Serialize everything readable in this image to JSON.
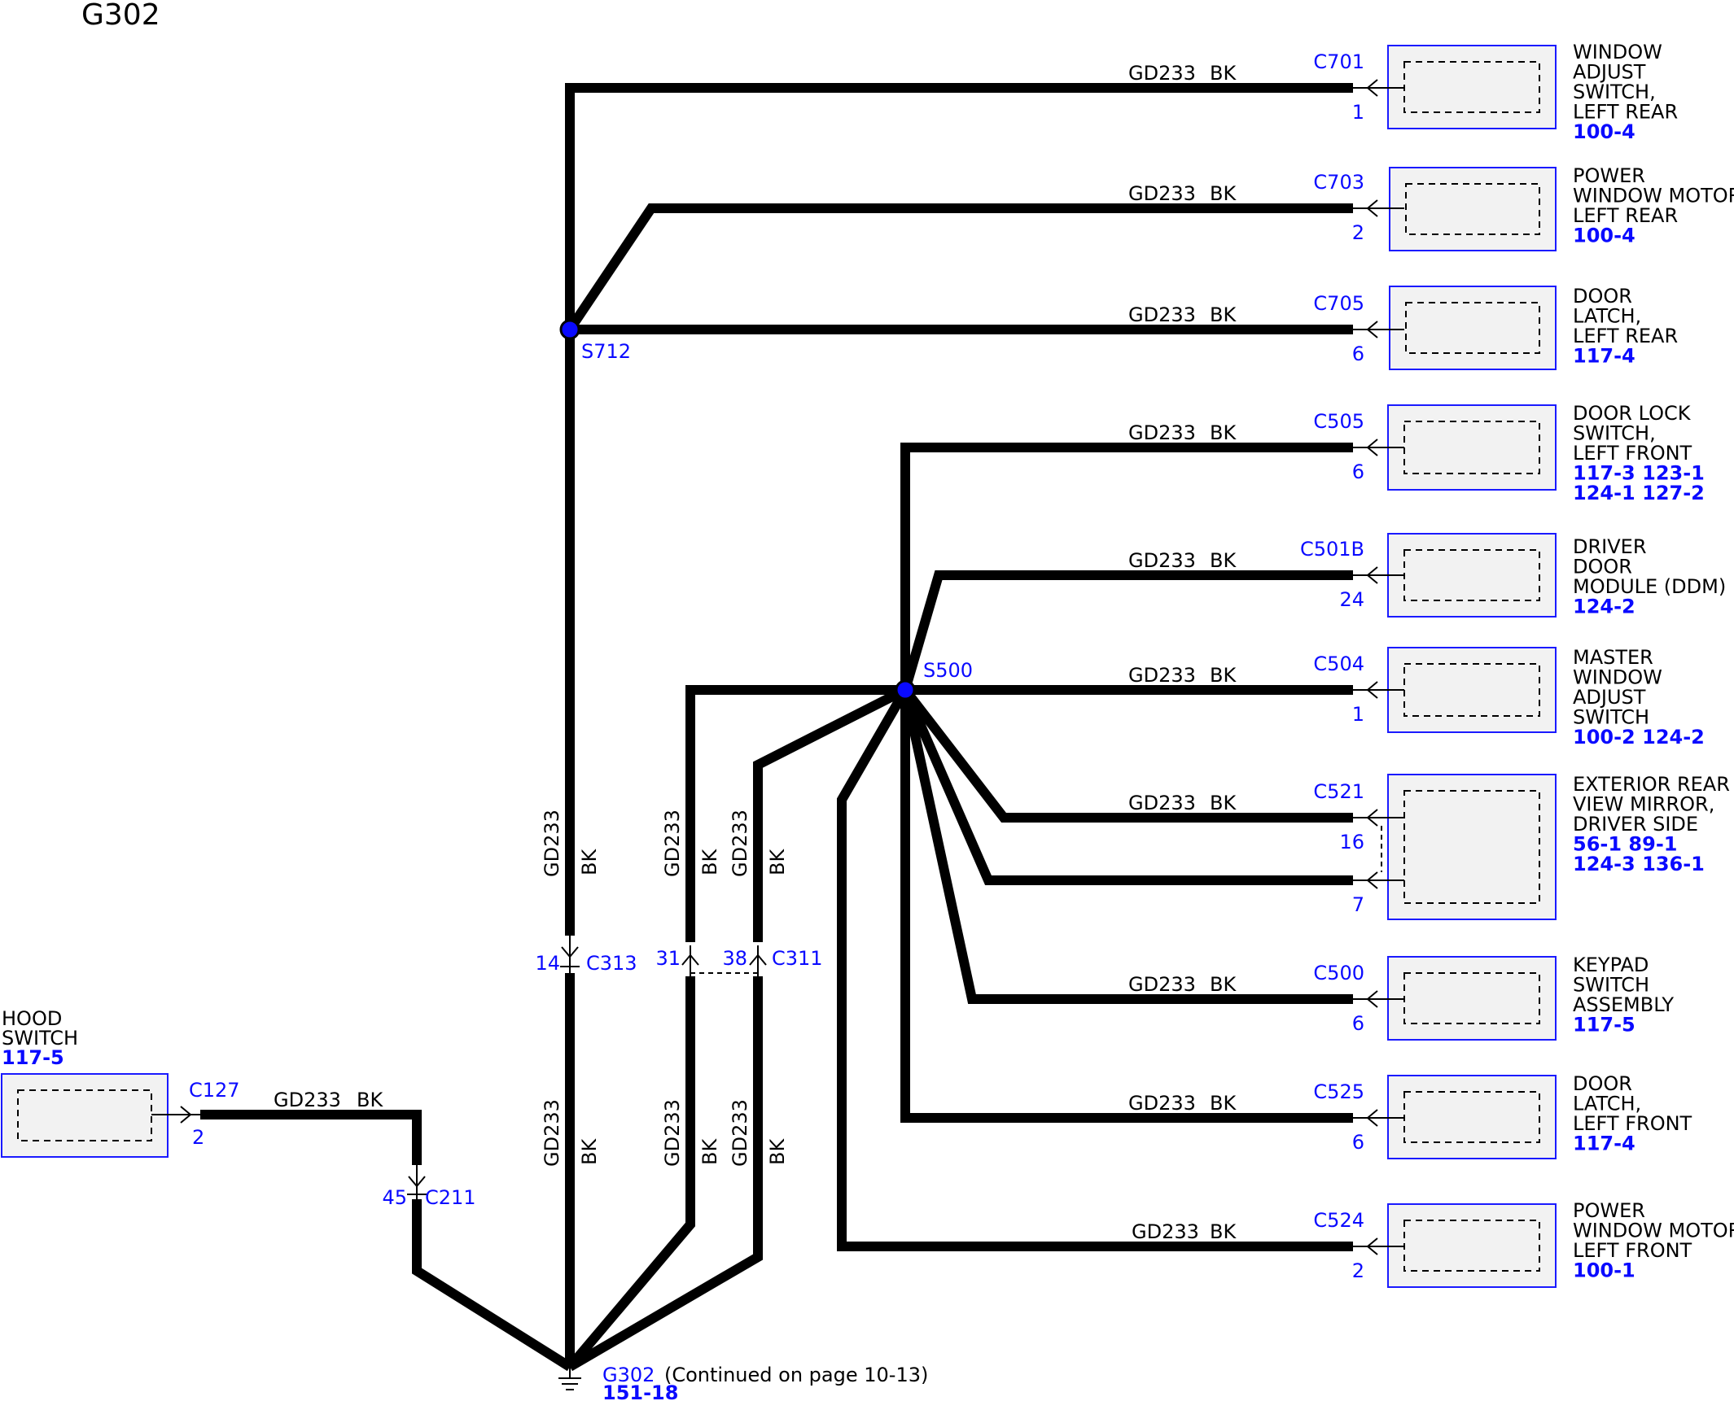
{
  "title": "G302",
  "wire_code": "GD233",
  "wire_color": "BK",
  "colors": {
    "wire": "#000000",
    "link": "#0a0aff",
    "splice": "#0a0aff",
    "component_fill": "#f2f2f2"
  },
  "splices": {
    "s712": "S712",
    "s500": "S500"
  },
  "ground": {
    "label": "G302",
    "note": "(Continued on page 10-13)",
    "ref": "151-18"
  },
  "inline": {
    "c313": {
      "name": "C313",
      "pin": "14"
    },
    "c311": {
      "name": "C311",
      "pin_a": "31",
      "pin_b": "38"
    },
    "c211": {
      "name": "C211",
      "pin": "45"
    }
  },
  "hood": {
    "connector": "C127",
    "pin": "2",
    "lines": [
      "HOOD",
      "SWITCH"
    ],
    "refs": [
      "117-5"
    ]
  },
  "components": [
    {
      "connector": "C701",
      "pin": "1",
      "lines": [
        "WINDOW",
        "ADJUST",
        "SWITCH,",
        "LEFT REAR"
      ],
      "refs": [
        "100-4"
      ]
    },
    {
      "connector": "C703",
      "pin": "2",
      "lines": [
        "POWER",
        "WINDOW MOTOR,",
        "LEFT REAR"
      ],
      "refs": [
        "100-4"
      ]
    },
    {
      "connector": "C705",
      "pin": "6",
      "lines": [
        "DOOR",
        "LATCH,",
        "LEFT REAR"
      ],
      "refs": [
        "117-4"
      ]
    },
    {
      "connector": "C505",
      "pin": "6",
      "lines": [
        "DOOR LOCK",
        "SWITCH,",
        "LEFT FRONT"
      ],
      "refs": [
        "117-3 123-1",
        "124-1 127-2"
      ]
    },
    {
      "connector": "C501B",
      "pin": "24",
      "lines": [
        "DRIVER",
        "DOOR",
        "MODULE (DDM)"
      ],
      "refs": [
        "124-2"
      ]
    },
    {
      "connector": "C504",
      "pin": "1",
      "lines": [
        "MASTER",
        "WINDOW",
        "ADJUST",
        "SWITCH"
      ],
      "refs": [
        "100-2 124-2"
      ]
    },
    {
      "connector": "C521",
      "pin": "16",
      "pin2": "7",
      "lines": [
        "EXTERIOR REAR",
        "VIEW MIRROR,",
        "DRIVER SIDE"
      ],
      "refs": [
        "56-1   89-1",
        "124-3 136-1"
      ]
    },
    {
      "connector": "C500",
      "pin": "6",
      "lines": [
        "KEYPAD",
        "SWITCH",
        "ASSEMBLY"
      ],
      "refs": [
        "117-5"
      ]
    },
    {
      "connector": "C525",
      "pin": "6",
      "lines": [
        "DOOR",
        "LATCH,",
        "LEFT FRONT"
      ],
      "refs": [
        "117-4"
      ]
    },
    {
      "connector": "C524",
      "pin": "2",
      "lines": [
        "POWER",
        "WINDOW MOTOR,",
        "LEFT FRONT"
      ],
      "refs": [
        "100-1"
      ]
    }
  ]
}
